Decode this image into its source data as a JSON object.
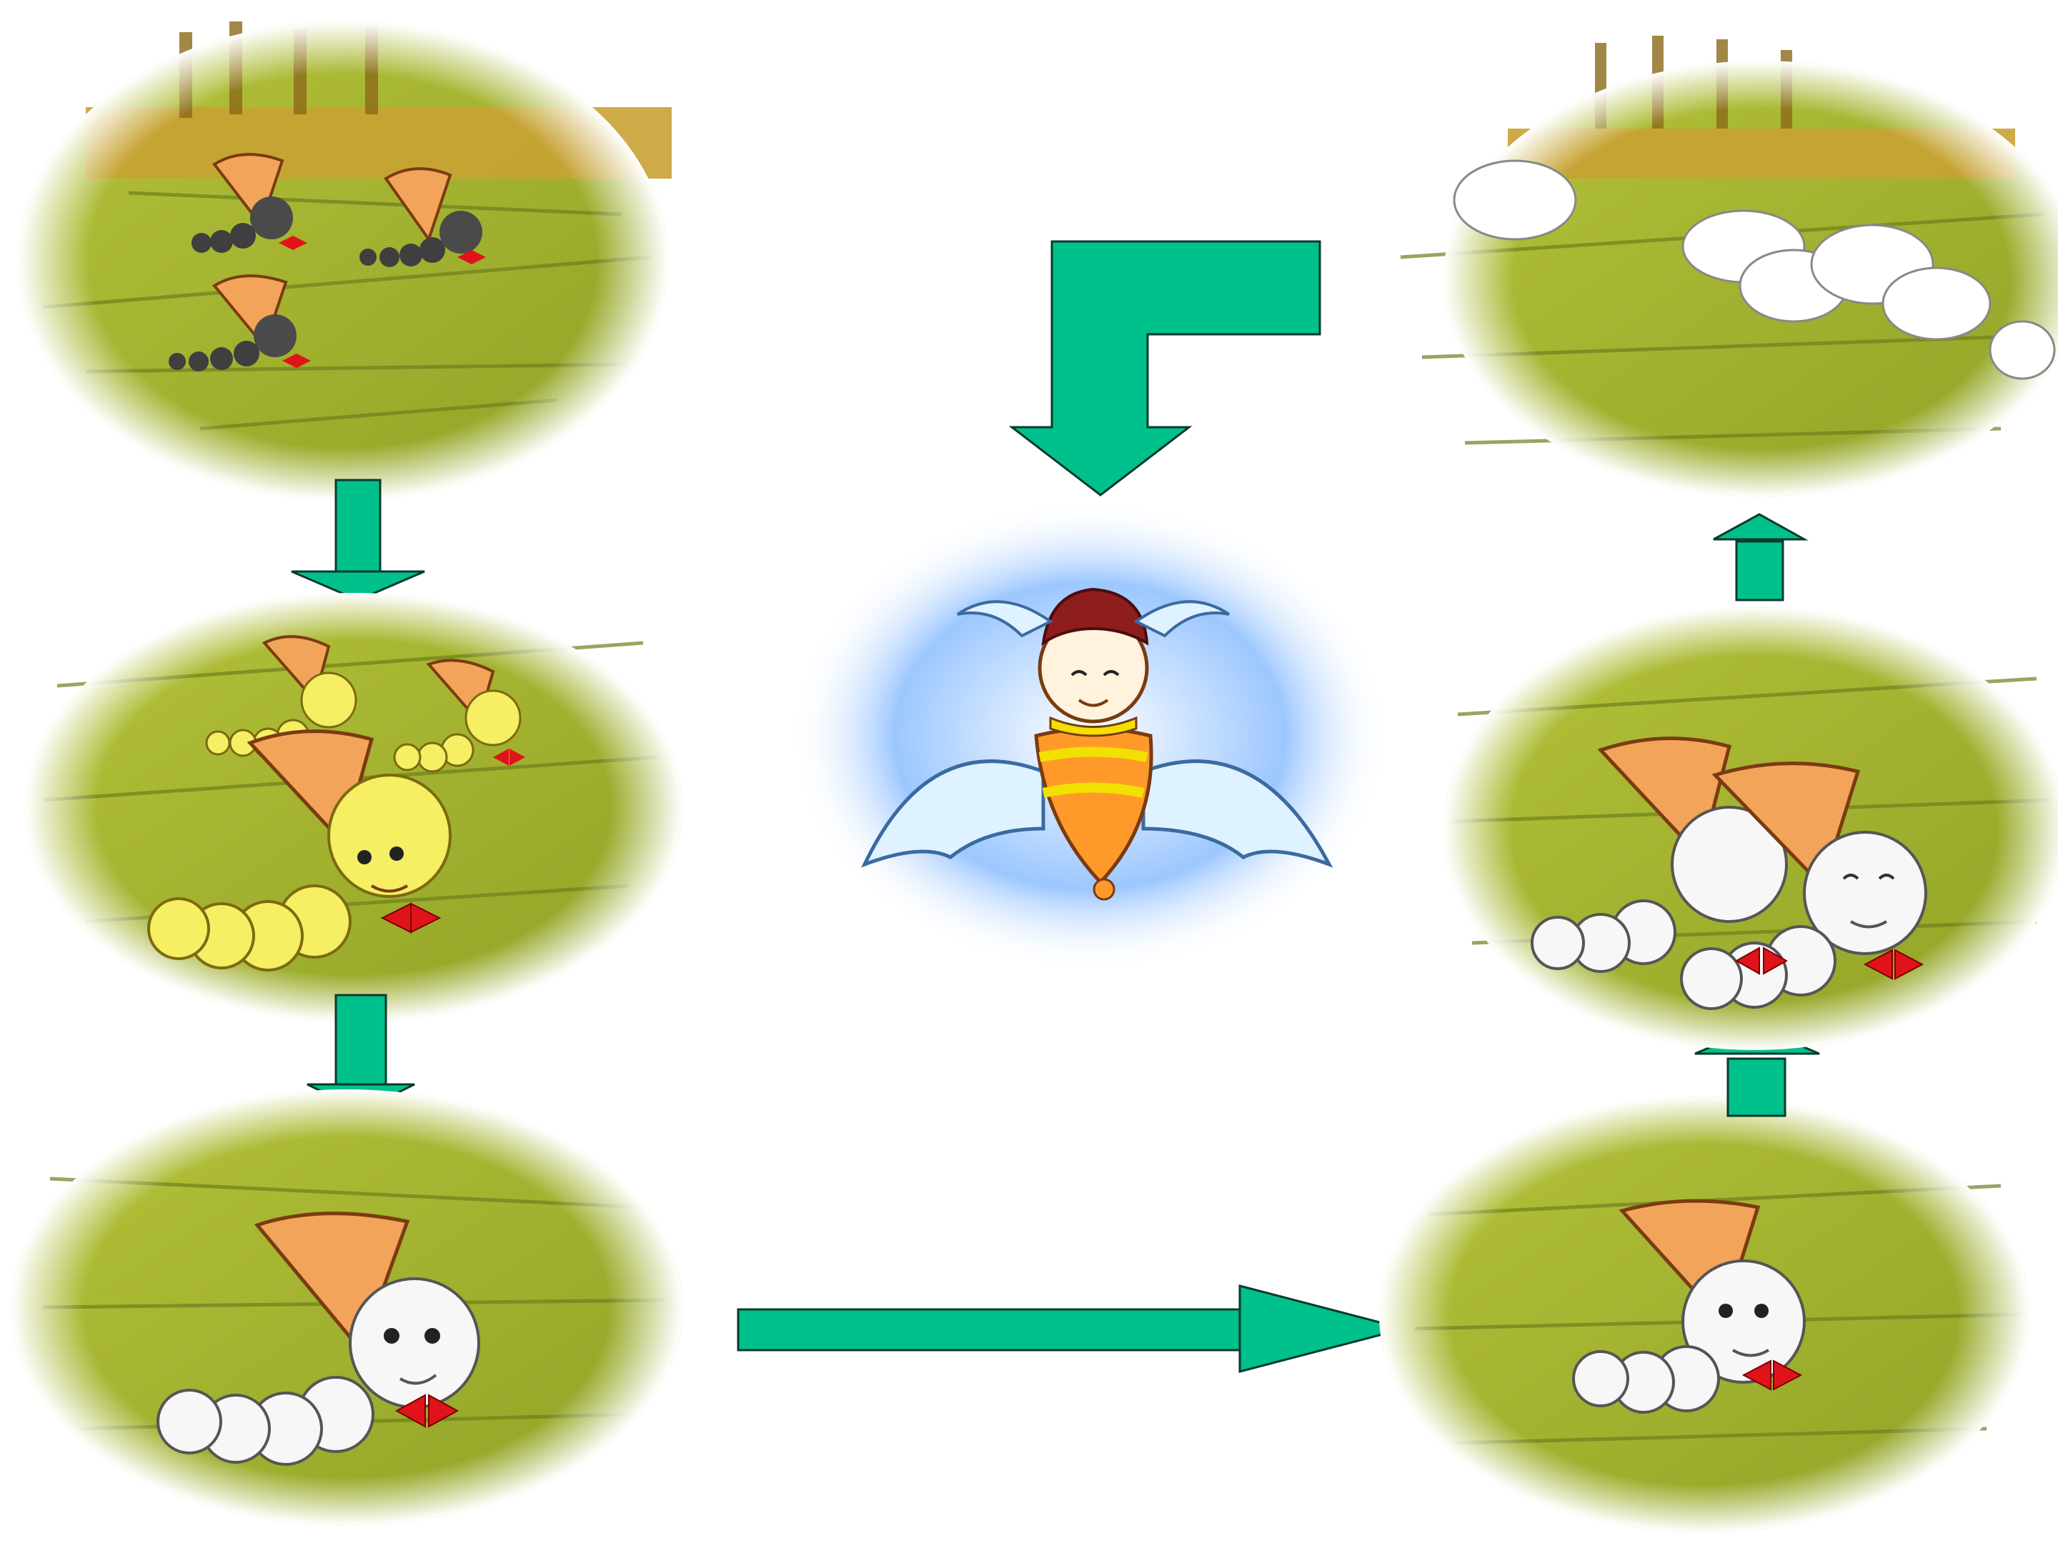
{
  "diagram": {
    "kind": "silkworm-life-cycle",
    "stages": [
      {
        "id": "young-black-larvae",
        "label": ""
      },
      {
        "id": "yellow-larvae",
        "label": ""
      },
      {
        "id": "white-larva-1",
        "label": ""
      },
      {
        "id": "white-larva-2",
        "label": ""
      },
      {
        "id": "two-white-larvae",
        "label": ""
      },
      {
        "id": "eggs",
        "label": ""
      },
      {
        "id": "winged-moth",
        "label": ""
      }
    ]
  },
  "colors": {
    "arrow": "#00c08c",
    "arrow_stroke": "#0a3a2c",
    "leaf": "#a9b82f",
    "leaf_dark": "#6f7f1c",
    "bark": "#c09a2a",
    "sky": "#6ea7f2",
    "hood": "#f2a55a",
    "larva_black": "#4a4a4a",
    "larva_yellow": "#f6ee63",
    "larva_white": "#f7f7f7",
    "bow": "#e1131a"
  }
}
